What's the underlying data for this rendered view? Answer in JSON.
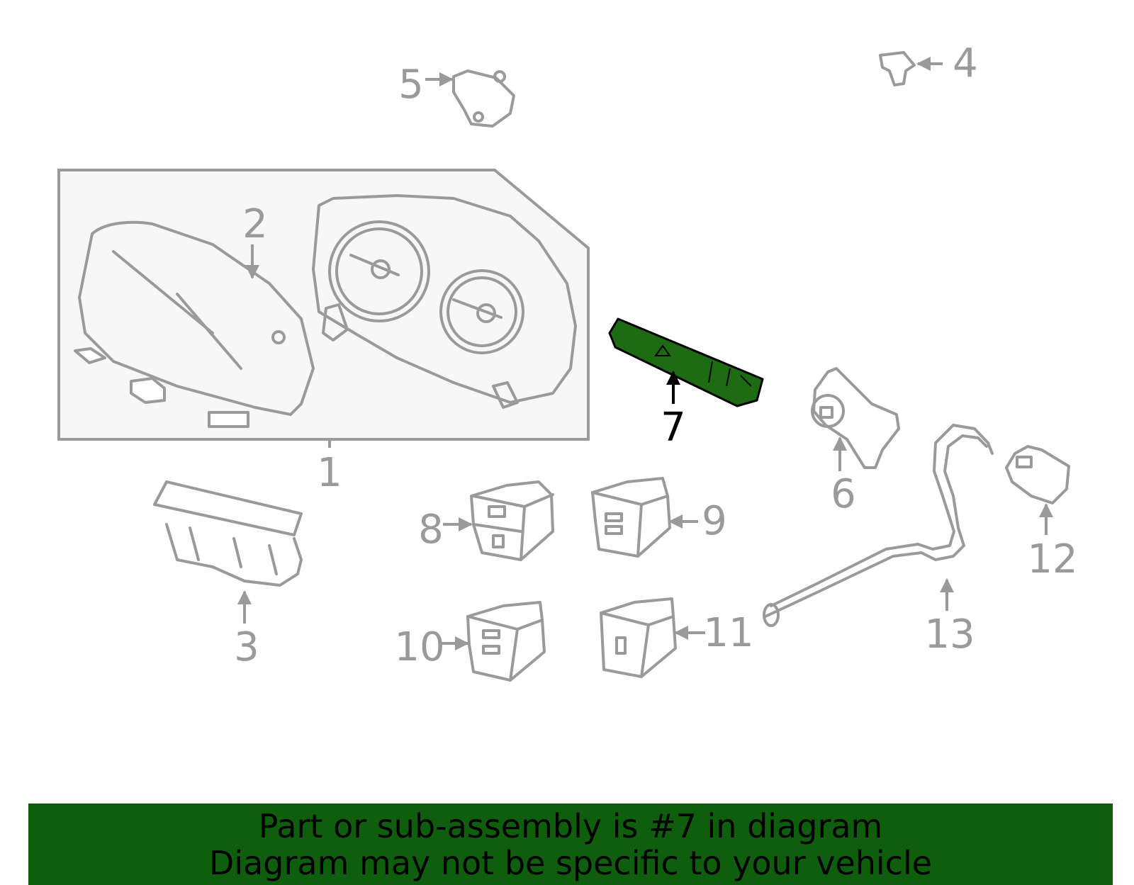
{
  "colors": {
    "part_stroke": "#9a9a9a",
    "highlight": "#1d6b12",
    "banner": "#0f5e0d",
    "box_fill": "#f7f7f7"
  },
  "callouts": {
    "c1": "1",
    "c2": "2",
    "c3": "3",
    "c4": "4",
    "c5": "5",
    "c6": "6",
    "c7": "7",
    "c8": "8",
    "c9": "9",
    "c10": "10",
    "c11": "11",
    "c12": "12",
    "c13": "13"
  },
  "highlighted_part": "7",
  "banner": {
    "line1": "Part or sub-assembly is #7 in diagram",
    "line2": "Diagram may not be specific to your vehicle"
  }
}
